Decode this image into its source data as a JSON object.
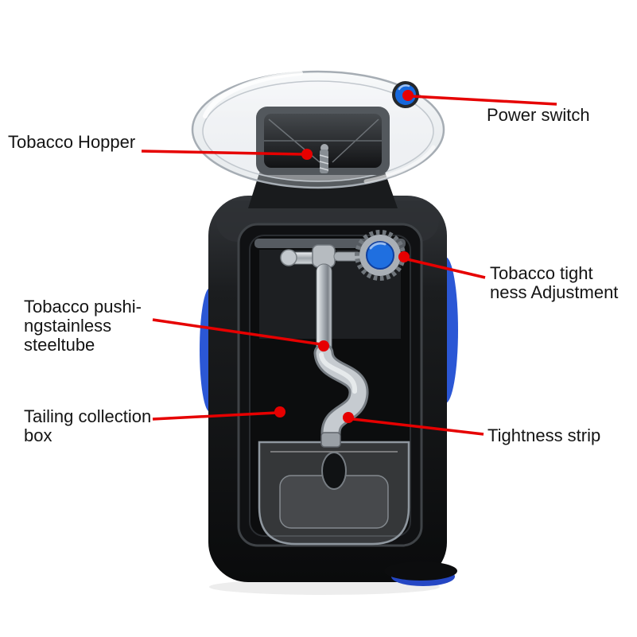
{
  "diagram": {
    "background_color": "#ffffff",
    "callout_color": "#e60000",
    "label_text_color": "#141414"
  },
  "labels": {
    "tobacco_hopper": {
      "line1": "Tobacco Hopper"
    },
    "power_switch": {
      "line1": "Power switch"
    },
    "tightness_adjustment": {
      "line1": "Tobacco tight",
      "line2": "ness Adjustment"
    },
    "pushing_tube": {
      "line1": "Tobacco pushi-",
      "line2": "ngstainless",
      "line3": "steeltube"
    },
    "tailing_box": {
      "line1": "Tailing collection",
      "line2": "box"
    },
    "tightness_strip": {
      "line1": "Tightness strip"
    }
  },
  "machine": {
    "colors": {
      "body_black": "#141517",
      "accent_blue": "#2b57d5",
      "knob_blue": "#1f6fe0",
      "switch_blue": "#1668dc",
      "chrome_gray": "#c6cbd0",
      "glass_gray": "#dfe5ea",
      "callout_red": "#e60000"
    }
  }
}
